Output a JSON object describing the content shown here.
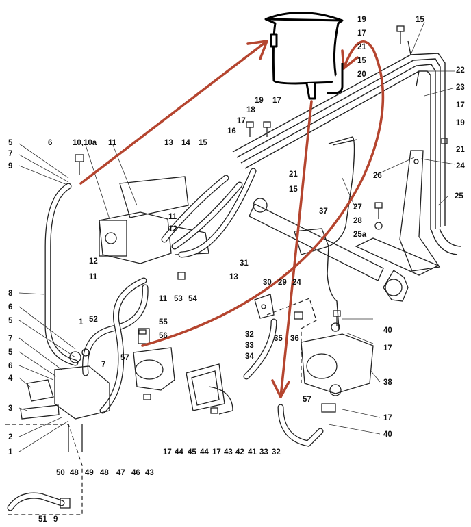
{
  "colors": {
    "arrow": "#b5452f",
    "line": "#222222",
    "tank": "#000000"
  },
  "labels": [
    "19",
    "15",
    "17",
    "21",
    "15",
    "22",
    "20",
    "23",
    "17",
    "19",
    "21",
    "24",
    "19",
    "17",
    "18",
    "17",
    "16",
    "15",
    "21",
    "15",
    "13",
    "14",
    "5",
    "6",
    "10,10a",
    "11",
    "7",
    "9",
    "26",
    "25",
    "27",
    "37",
    "28",
    "25a",
    "11",
    "12",
    "12",
    "11",
    "31",
    "13",
    "11",
    "53",
    "54",
    "8",
    "6",
    "5",
    "30",
    "29",
    "24",
    "32",
    "35",
    "36",
    "33",
    "34",
    "1",
    "52",
    "55",
    "56",
    "40",
    "17",
    "7",
    "5",
    "6",
    "57",
    "7",
    "4",
    "38",
    "3",
    "2",
    "1",
    "57",
    "17",
    "40",
    "17",
    "44",
    "45",
    "44",
    "17",
    "43",
    "42",
    "41",
    "33",
    "32",
    "50",
    "48",
    "49",
    "48",
    "47",
    "46",
    "43",
    "51",
    "9"
  ]
}
